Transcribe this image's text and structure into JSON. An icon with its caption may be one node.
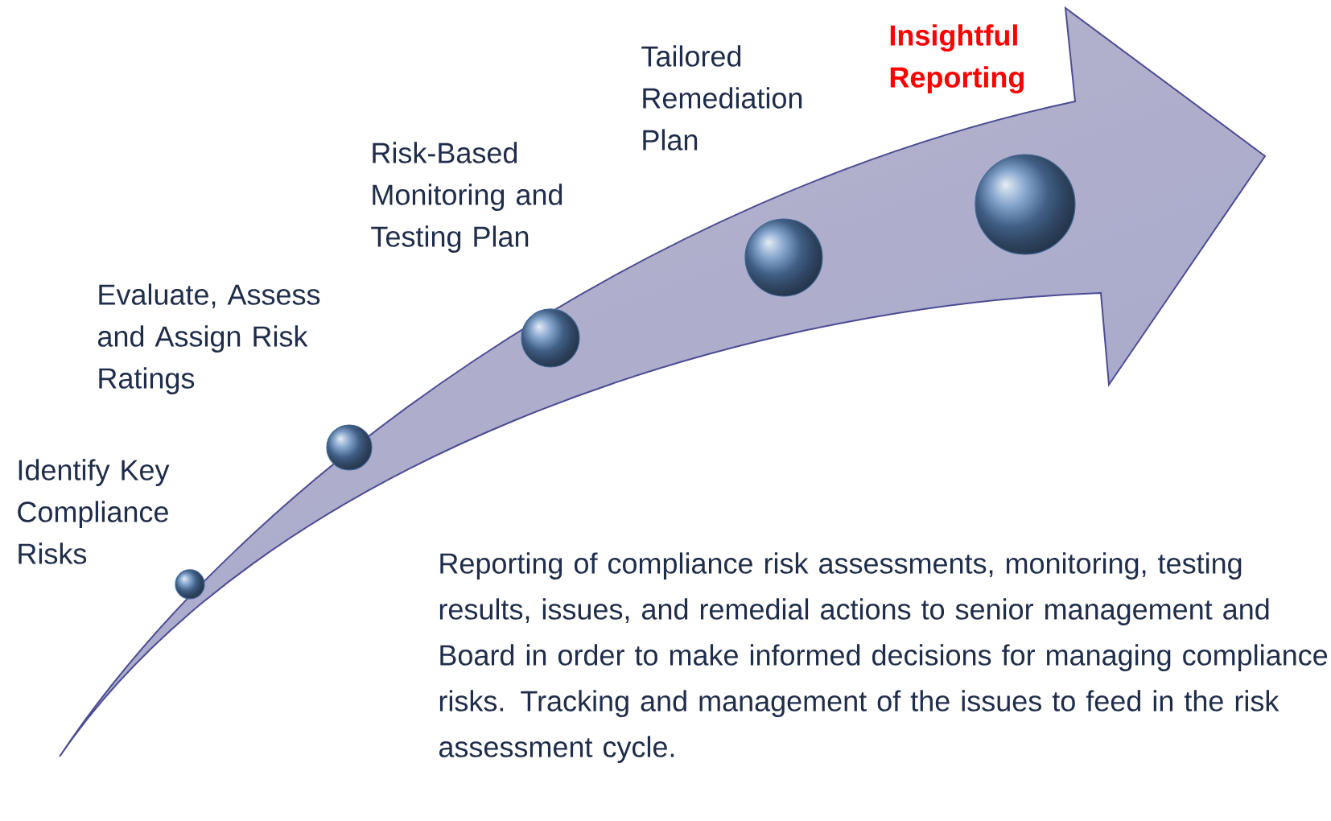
{
  "diagram": {
    "nodes": [
      {
        "text": [],
        "shape": "circle",
        "beside": [
          "Identify Key Compliance Risks"
        ]
      },
      {
        "text": [],
        "shape": "circle",
        "beside": [
          "Evaluate, Assess and Assign Risk Ratings"
        ]
      },
      {
        "text": [],
        "shape": "circle",
        "beside": [
          "Risk-Based Monitoring and Testing Plan"
        ]
      },
      {
        "text": [],
        "shape": "circle",
        "beside": [
          "Tailored Remediation Plan"
        ]
      },
      {
        "text": [],
        "shape": "circle",
        "beside": [
          "Insightful Reporting"
        ]
      }
    ],
    "labels": [
      "Reporting of compliance risk assessments, monitoring, testing results, issues, and remedial actions to senior management and Board in order to make informed decisions for managing compliance risks. Tracking and management of the issues to feed in the risk assessment cycle."
    ]
  }
}
